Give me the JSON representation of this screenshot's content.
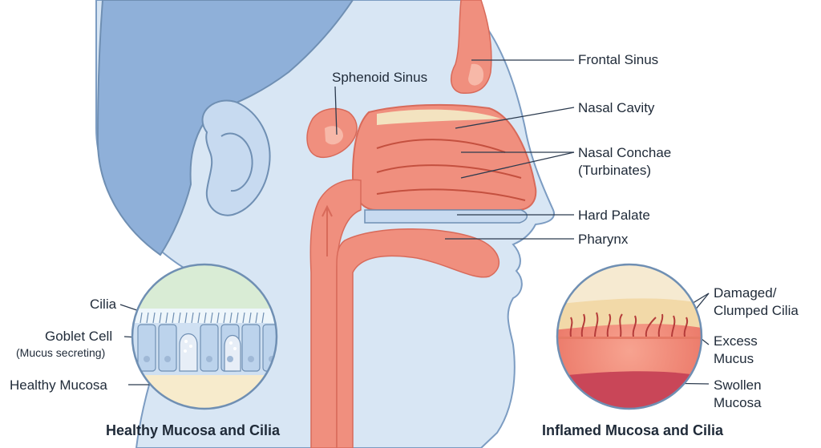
{
  "labels": {
    "frontal_sinus": "Frontal Sinus",
    "sphenoid_sinus": "Sphenoid Sinus",
    "nasal_cavity": "Nasal Cavity",
    "nasal_conchae_line1": "Nasal Conchae",
    "nasal_conchae_line2": "(Turbinates)",
    "hard_palate": "Hard Palate",
    "pharynx": "Pharynx"
  },
  "healthy_inset": {
    "cilia": "Cilia",
    "goblet_cell": "Goblet Cell",
    "goblet_cell_note": "(Mucus secreting)",
    "healthy_mucosa": "Healthy Mucosa",
    "caption": "Healthy Mucosa and Cilia"
  },
  "inflamed_inset": {
    "damaged_line1": "Damaged/",
    "damaged_line2": "Clumped Cilia",
    "excess_line1": "Excess",
    "excess_line2": "Mucus",
    "swollen_line1": "Swollen",
    "swollen_line2": "Mucosa",
    "caption": "Inflamed Mucosa and Cilia"
  },
  "colors": {
    "skin": "#d8e6f4",
    "hair": "#8fb0d9",
    "tissue": "#f08f7e",
    "tissue_light": "#f7b8a8",
    "mucus": "#f3e3c0",
    "outline": "#6f8fb3",
    "text": "#1f2a38"
  }
}
